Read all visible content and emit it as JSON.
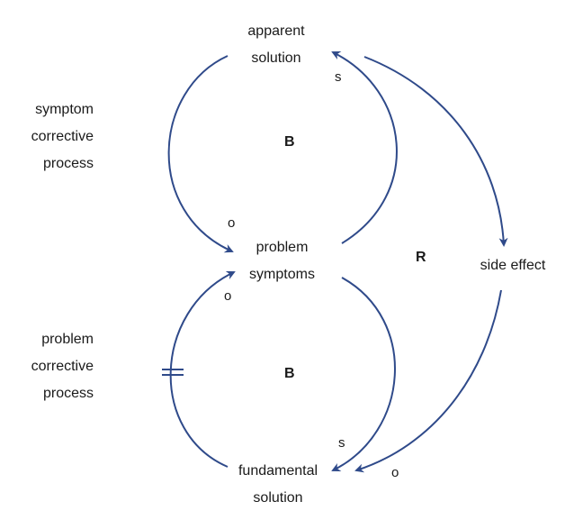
{
  "nodes": {
    "apparent_solution": [
      "apparent",
      "solution"
    ],
    "problem_symptoms": [
      "problem",
      "symptoms"
    ],
    "fundamental_solution": [
      "fundamental",
      "solution"
    ],
    "side_effect": "side effect"
  },
  "loop_labels": {
    "symptom_corrective": [
      "symptom",
      "corrective",
      "process"
    ],
    "problem_corrective": [
      "problem",
      "corrective",
      "process"
    ]
  },
  "loop_types": {
    "top": "B",
    "bottom": "B",
    "right": "R"
  },
  "polarities": {
    "top_left": "o",
    "top_right": "s",
    "bottom_left": "o",
    "bottom_right": "s",
    "side_to_fundamental": "o"
  },
  "colors": {
    "arrow": "#2F4A8A",
    "text": "#1a1a1a"
  }
}
